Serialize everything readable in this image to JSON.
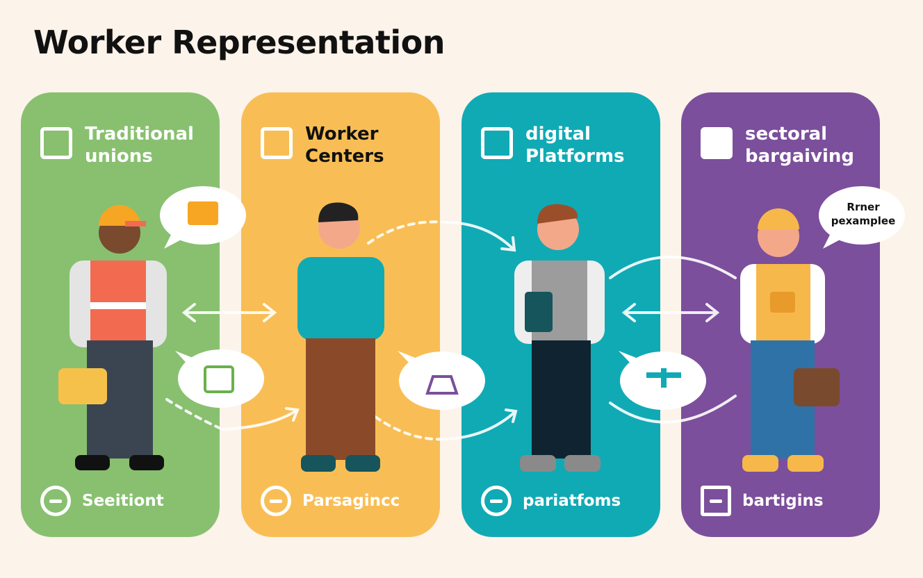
{
  "title": "Worker Representation",
  "panels": [
    {
      "title_line1": "Traditional",
      "title_line2": "unions",
      "footer": "Seeitiont",
      "color": "#88c070"
    },
    {
      "title_line1": "Worker",
      "title_line2": "Centers",
      "footer": "Parsagincc",
      "color": "#f8be55"
    },
    {
      "title_line1": "digital",
      "title_line2": "Platforms",
      "footer": "pariatfoms",
      "color": "#10aab5"
    },
    {
      "title_line1": "sectoral",
      "title_line2": "bargaiving",
      "footer": "bartigins",
      "color": "#7b4f9c"
    }
  ],
  "bubble": {
    "line1": "Rrner",
    "line2": "pexamplee"
  }
}
